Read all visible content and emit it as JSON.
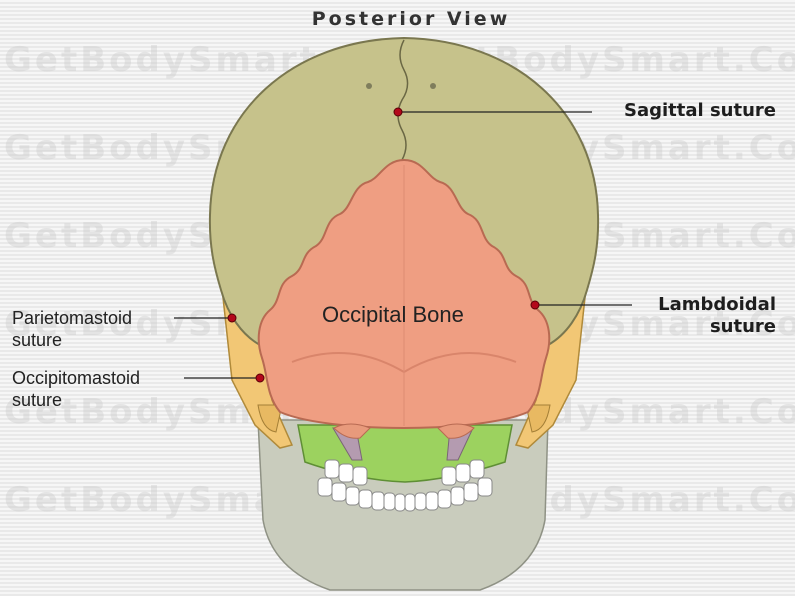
{
  "title": "Posterior View",
  "watermark": "GetBodySmart.Com",
  "labels": {
    "sagittal": "Sagittal suture",
    "lambdoidal_line1": "Lambdoidal",
    "lambdoidal_line2": "suture",
    "parietomastoid_line1": "Parietomastoid",
    "parietomastoid_line2": "suture",
    "occipitomastoid_line1": "Occipitomastoid",
    "occipitomastoid_line2": "suture",
    "occipital_bone": "Occipital Bone"
  },
  "colors": {
    "parietal": "#c6c28b",
    "occipital": "#ef9e82",
    "temporal": "#f2c775",
    "mandible": "#c9ccbd",
    "maxilla": "#9cd25f",
    "marker": "#b3081b"
  }
}
